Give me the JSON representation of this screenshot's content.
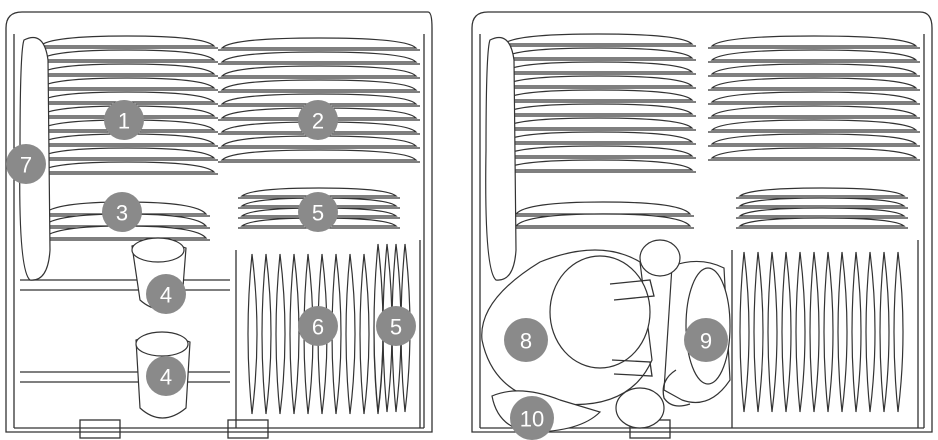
{
  "panels": [
    {
      "name": "left-rack",
      "markers": [
        "1",
        "2",
        "3",
        "4",
        "4",
        "5",
        "5",
        "6",
        "7"
      ]
    },
    {
      "name": "right-rack",
      "markers": [
        "8",
        "9",
        "10"
      ]
    }
  ],
  "colors": {
    "line": "#333333",
    "badge": "#8a8a8a",
    "badge_text": "#ffffff"
  }
}
